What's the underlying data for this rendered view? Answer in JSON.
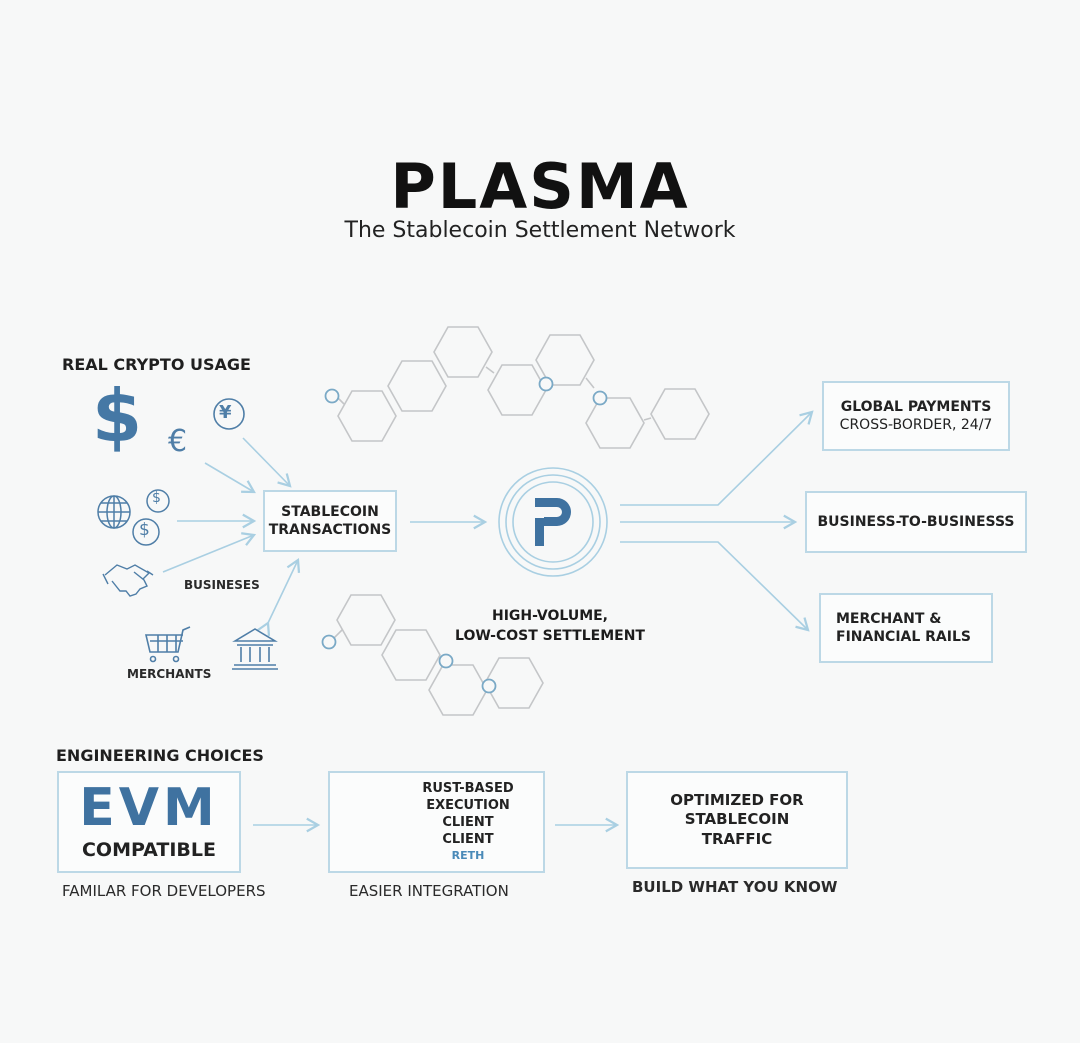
{
  "header": {
    "title": "PLASMA",
    "subtitle": "The Stablecoin Settlement Network"
  },
  "usage": {
    "section_label": "REAL CRYPTO USAGE",
    "icons": [
      "dollar-icon",
      "euro-icon",
      "yen-coin-icon",
      "globe-icon",
      "dollar-coins-icon",
      "handshake-icon",
      "shopping-cart-icon",
      "bank-icon"
    ],
    "businesses_label": "BUSINESES",
    "merchants_label": "MERCHANTS",
    "glyphs": {
      "dollar": "$",
      "euro": "€",
      "yen": "¥",
      "coin": "$"
    }
  },
  "center": {
    "transactions_box": {
      "line1": "STABLECOIN",
      "line2": "TRANSACTIONS"
    },
    "logo_letter": "P",
    "settlement_line1": "HIGH-VOLUME,",
    "settlement_line2": "LOW-COST SETTLEMENT"
  },
  "outputs": [
    {
      "title": "GLOBAL PAYMENTS",
      "sub": "CROSS-BORDER, 24/7"
    },
    {
      "title": "BUSINESS-TO-BUSINESSS"
    },
    {
      "title": "MERCHANT &",
      "title2": "FINANCIAL RAILS"
    }
  ],
  "engineering": {
    "section_label": "ENGINEERING CHOICES",
    "evm": {
      "big": "EVM",
      "sub": "COMPATIBLE",
      "caption": "FAMILAR FOR DEVELOPERS"
    },
    "rust": {
      "line1": "RUST-BASED",
      "line2": "EXECUTION CLIENT",
      "line3": "CLIENT",
      "tag": "RETH",
      "caption": "EASIER INTEGRATION"
    },
    "optimized": {
      "line1": "OPTIMIZED FOR",
      "line2": "STABLECOIN",
      "line3": "TRAFFIC",
      "caption": "BUILD WHAT YOU KNOW"
    }
  },
  "colors": {
    "accent": "#3f72a0",
    "line": "#a9cfe2",
    "hex_stroke": "#c4c6c8",
    "node_stroke": "#7aa9c6"
  }
}
